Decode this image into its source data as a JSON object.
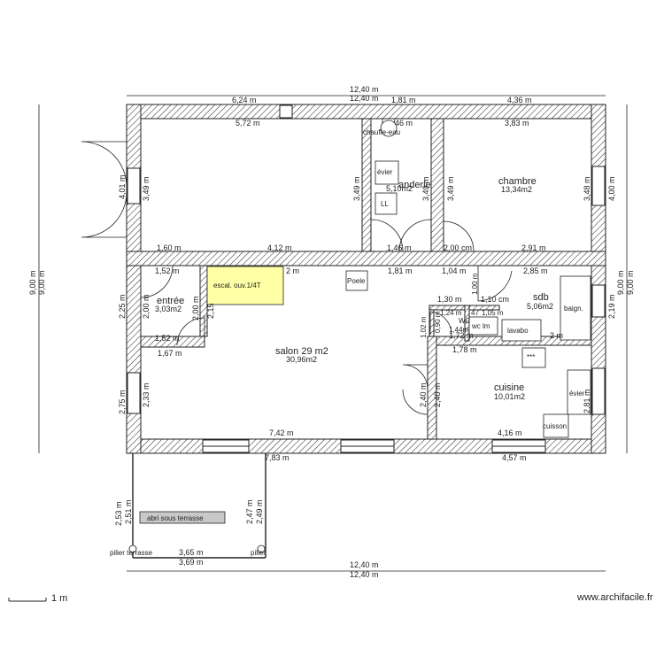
{
  "rooms": {
    "chambre": {
      "name": "chambre",
      "area": "13,34m2"
    },
    "buanderie": {
      "name": "anderie",
      "area": "5,10m2"
    },
    "entree": {
      "name": "entrée",
      "area": "3,03m2"
    },
    "salon": {
      "name": "salon 29 m2",
      "area": "30,96m2"
    },
    "sdb": {
      "name": "sdb",
      "area": "5,06m2"
    },
    "wc": {
      "name": "WC",
      "area": "1,44m"
    },
    "cuisine": {
      "name": "cuisine",
      "area": "10,01m2"
    }
  },
  "fixtures": {
    "escalier": "escal. ouv.1/4T",
    "poele": "Poele",
    "chauffe_eau": "chauffe-eau",
    "evier_buanderie": "évier",
    "ll": "LL",
    "baignoire": "baign.",
    "lavabo": "lavabo",
    "wc_bowl": "wc lm",
    "plaques": "***",
    "evier_cuisine": "évier",
    "cuisson": "cuisson",
    "abri": "abri sous terrasse",
    "pilier_left": "pilier terrasse",
    "pilier_right": "pilier"
  },
  "dimensions": {
    "top_total_a": "12,40 m",
    "top_total_b": "12,40 m",
    "top_left": "6,24 m",
    "top_mid": "1,81 m",
    "top_right": "4,36 m",
    "in_left_width": "5,72 m",
    "in_buand_width": "46 m",
    "in_ch_width": "3,83 m",
    "left_wall_h": "4,01 m",
    "living_h": "3,49 m",
    "buand_h_left": "3,49 m",
    "buand_h_right": "3,49 m",
    "ch_h_left": "3,49 m",
    "ch_h_right": "3,48 m",
    "right_wall_h": "4,00 m",
    "mid_160": "1,60 m",
    "mid_412": "4,12 m",
    "mid_146": "1,46 m",
    "mid_200cm": "2,00 cm",
    "mid_291": "2,91 m",
    "r2_152": "1,52 m",
    "r2_2m": "2 m",
    "r2_181": "1,81 m",
    "r2_104": "1,04 m",
    "r2_285": "2,85 m",
    "entree_left_h": "2,25 m",
    "entree_h1": "2,00 m",
    "entree_h2": "2,00 m",
    "entree_h3": "2,15",
    "entree_bottom": "1,52 m",
    "entree_below": "1,67 m",
    "sdb_130": "1,30 m",
    "sdb_110cm": "1,10 cm",
    "sdb_124": "1,24 m",
    "sdb_47": "47",
    "sdb_105": "1,05 m",
    "sdb_v100": "1,00 m",
    "wc_v102": "1,02 m",
    "wc_v090": "0,90 m",
    "sdb_172": "1,72 m",
    "sdb_2m": "2 m",
    "sdb_178": "1,78 m",
    "sdb_219": "2,19 m",
    "right_h_900a": "9,00 m",
    "right_h_900b": "9,00 m",
    "left_h_900a": "9,00 m",
    "left_h_900b": "9,00 m",
    "salon_left_275": "2,75 m",
    "salon_left_233": "2,33 m",
    "salon_240a": "2,40 m",
    "salon_240b": "2,40 m",
    "cuisine_281": "2,81 m",
    "bottom_742": "7,42 m",
    "bottom_416": "4,16 m",
    "bottom_783": "7,83 m",
    "bottom_457": "4,57 m",
    "terr_253": "2,53 m",
    "terr_251": "2,51 m",
    "terr_247": "2,47 m",
    "terr_249": "2,49 m",
    "terr_365": "3,65 m",
    "terr_369": "3,69 m",
    "bottom_total_a": "12,40 m",
    "bottom_total_b": "12,40 m"
  },
  "legend": {
    "scale": "1 m"
  },
  "watermark": "www.archifacile.fr"
}
